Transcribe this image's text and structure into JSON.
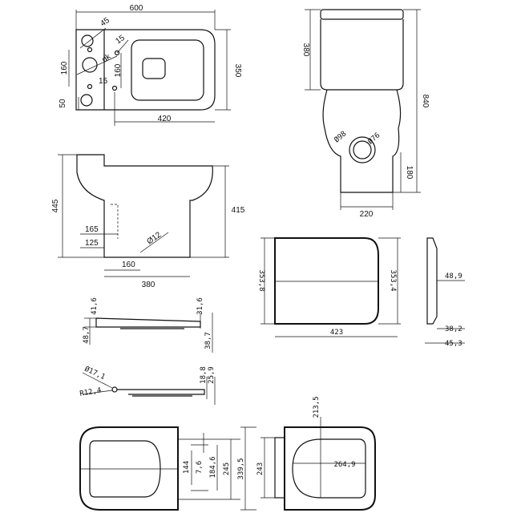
{
  "plan_view": {
    "width": "600",
    "d45": "45",
    "d15_upper": "15",
    "dk": "dk",
    "d160_left": "160",
    "d160_right": "160",
    "d15_lower": "15",
    "d50": "50",
    "depth": "350",
    "d420": "420"
  },
  "front_view": {
    "cistern": "380",
    "total_height": "840",
    "dia98": "Ø98",
    "dia76": "Ø76",
    "d180": "180",
    "d220": "220"
  },
  "side_view": {
    "d445": "445",
    "d415": "415",
    "d165": "165",
    "d125": "125",
    "dia12": "Ø12",
    "d160": "160",
    "d380": "380"
  },
  "seat_top": {
    "h_left": "353,8",
    "h_right": "353,4",
    "width": "423"
  },
  "seat_side": {
    "d48_9": "48,9",
    "d38_2": "38,2",
    "d45_3": "45,3"
  },
  "seat_profile_1": {
    "d41_6": "41,6",
    "d48_7": "48,7",
    "d31_6": "31,6",
    "d38_7": "38,7"
  },
  "seat_profile_2": {
    "dia17_1": "Ø17,1",
    "r12_4": "R12,4",
    "d18_8": "18,8",
    "d25_9": "25,9"
  },
  "seat_bottom": {
    "d144": "144",
    "d7_6": "7,6",
    "d184_6": "184,6",
    "d245": "245",
    "d339_5": "339,5"
  },
  "seat_plan": {
    "d243": "243",
    "d213_5": "213,5",
    "d264_9": "264,9"
  }
}
